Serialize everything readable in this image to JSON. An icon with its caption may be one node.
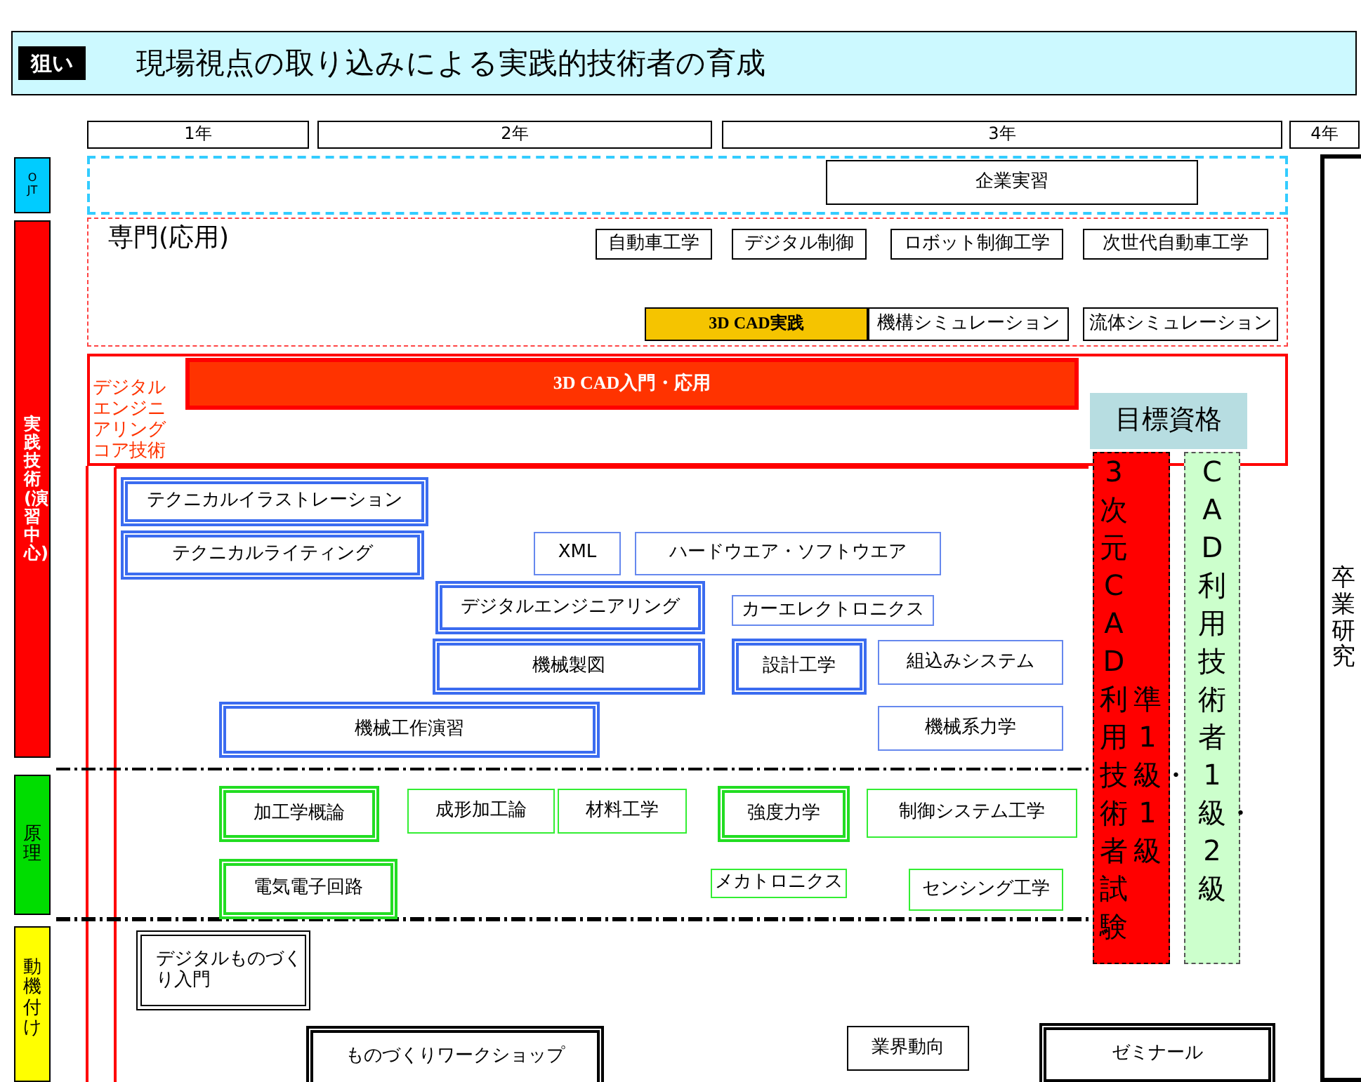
{
  "diagram": {
    "title": "現場視点の取り込みによる実践的技術者の育成",
    "nodes": [
      {
        "text": [
          "1年"
        ]
      },
      {
        "text": [
          "2年"
        ]
      },
      {
        "text": [
          "3年"
        ]
      },
      {
        "text": [
          "4年"
        ]
      },
      {
        "text": [
          "OJT"
        ]
      },
      {
        "text": [
          "実践技術(演習中心)"
        ]
      },
      {
        "text": [
          "原理"
        ]
      },
      {
        "text": [
          "動機付け"
        ]
      },
      {
        "text": [],
        "shape": "box"
      },
      {
        "text": [
          "企業実習"
        ],
        "in": 8
      },
      {
        "text": [
          "専門(応用)"
        ]
      },
      {
        "text": [
          "自動車工学"
        ],
        "in": 10
      },
      {
        "text": [
          "デジタル制御"
        ],
        "in": 10
      },
      {
        "text": [
          "ロボット制御工学"
        ],
        "in": 10
      },
      {
        "text": [
          "次世代自動車工学"
        ],
        "in": 10
      },
      {
        "text": [
          "3D CAD実践"
        ],
        "in": 10
      },
      {
        "text": [
          "機構シミュレーション"
        ],
        "in": 10
      },
      {
        "text": [
          "流体シミュレーション"
        ],
        "in": 10
      },
      {
        "text": [
          "デジタルエンジニアリングコア技術"
        ]
      },
      {
        "text": [
          "3D CAD入門・応用"
        ],
        "in": 18
      },
      {
        "text": [
          "目標資格"
        ],
        "in": 18
      },
      {
        "text": [
          "3次元CAD利用技術者試験",
          "準1級・1級"
        ]
      },
      {
        "text": [
          "CAD利用技術者1級・2級"
        ]
      },
      {
        "text": [
          "卒業研究"
        ]
      },
      {
        "text": [
          "テクニカルイラストレーション"
        ]
      },
      {
        "text": [
          "テクニカルライティング"
        ]
      },
      {
        "text": [
          "XML"
        ]
      },
      {
        "text": [
          "ハードウエア・ソフトウエア"
        ]
      },
      {
        "text": [
          "デジタルエンジニアリング"
        ]
      },
      {
        "text": [
          "カーエレクトロニクス"
        ]
      },
      {
        "text": [
          "機械製図"
        ]
      },
      {
        "text": [
          "設計工学"
        ]
      },
      {
        "text": [
          "組込みシステム"
        ]
      },
      {
        "text": [
          "機械工作演習"
        ]
      },
      {
        "text": [
          "機械系力学"
        ]
      },
      {
        "text": [
          "加工学概論"
        ]
      },
      {
        "text": [
          "成形加工論"
        ]
      },
      {
        "text": [
          "材料工学"
        ]
      },
      {
        "text": [
          "強度力学"
        ]
      },
      {
        "text": [
          "制御システム工学"
        ]
      },
      {
        "text": [
          "電気電子回路"
        ]
      },
      {
        "text": [
          "メカトロニクス"
        ]
      },
      {
        "text": [
          "センシング工学"
        ]
      },
      {
        "text": [
          "デジタルものづくり入門"
        ]
      },
      {
        "text": [
          "ものづくりワークショップ"
        ]
      },
      {
        "text": [
          "業界動向"
        ]
      },
      {
        "text": [
          "ゼミナール"
        ]
      }
    ],
    "edges": [],
    "labels": [
      "狙い"
    ]
  }
}
